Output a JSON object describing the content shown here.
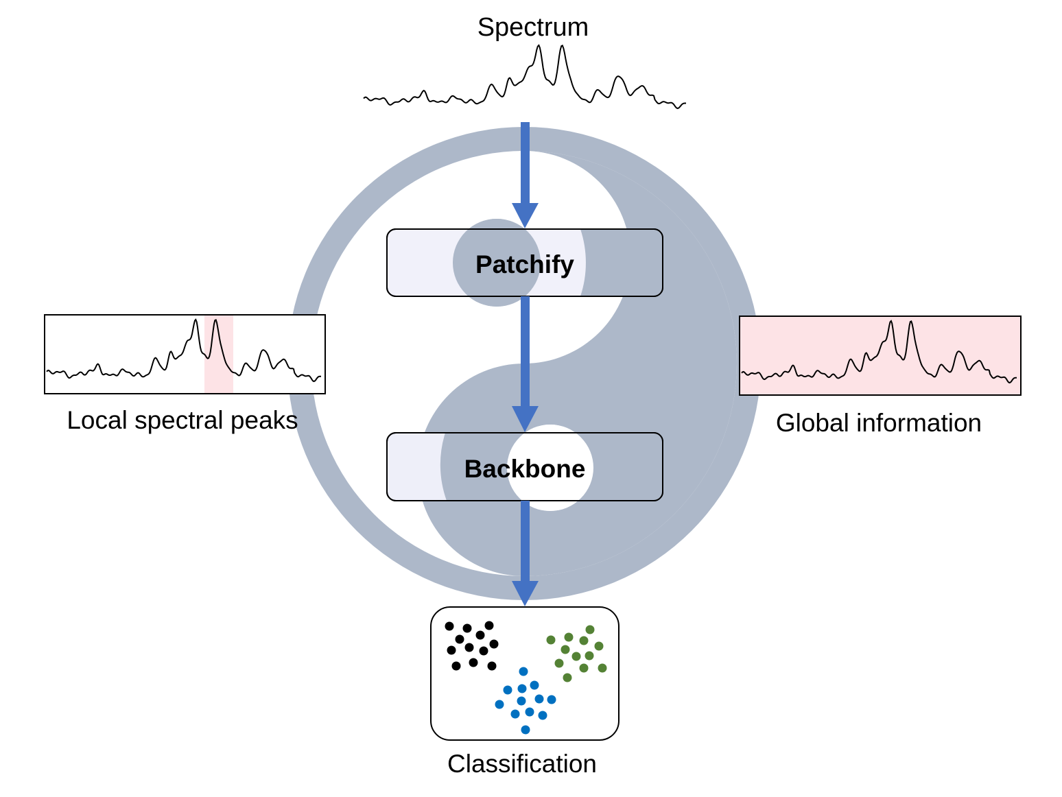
{
  "labels": {
    "spectrum": "Spectrum",
    "local": "Local spectral peaks",
    "global": "Global information",
    "classification": "Classification"
  },
  "boxes": {
    "patchify": "Patchify",
    "backbone": "Backbone"
  },
  "colors": {
    "yinyang": "#adb8c9",
    "box_fill": "#eeeff9",
    "arrow": "#4472c4",
    "highlight": "#fde3e6",
    "cluster_black": "#000000",
    "cluster_green": "#548235",
    "cluster_blue": "#0070c0"
  }
}
